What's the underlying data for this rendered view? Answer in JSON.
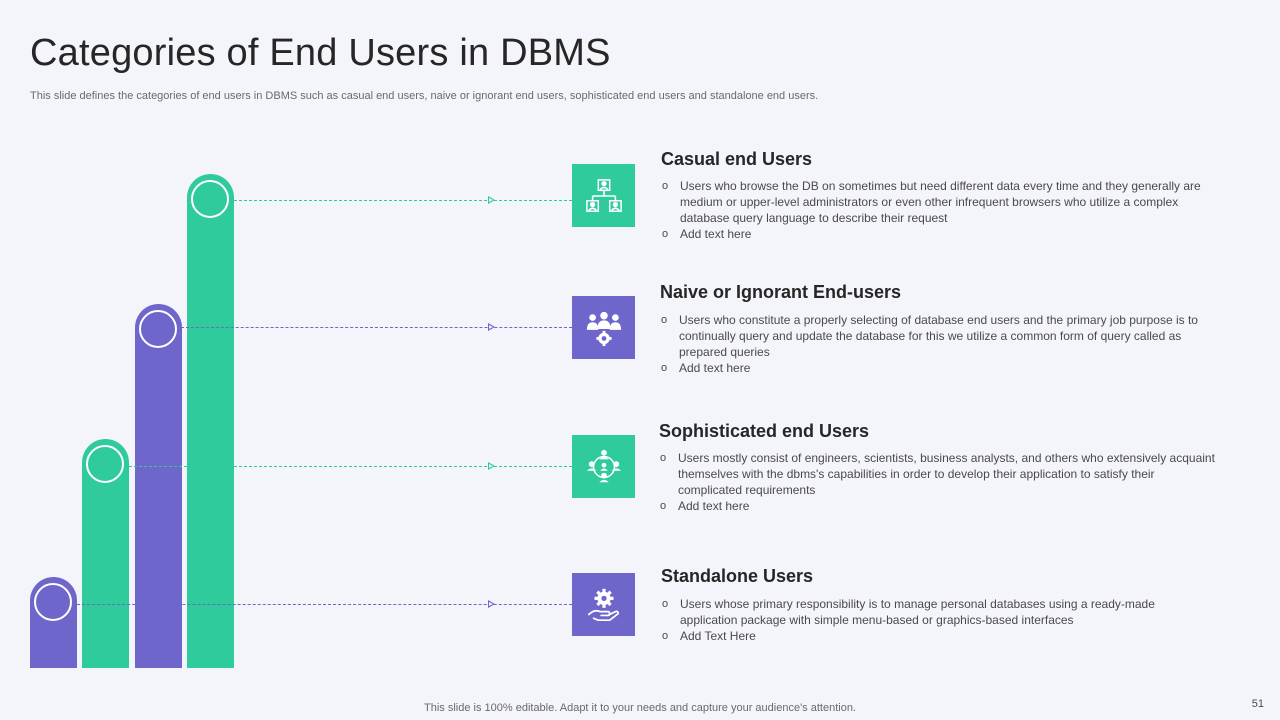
{
  "slide": {
    "title": "Categories of End Users in DBMS",
    "subtitle": "This slide defines the categories of end users in DBMS such as casual end users, naive or ignorant end users, sophisticated end users and standalone end users.",
    "footer": "This slide is 100% editable. Adapt it to your needs and capture your audience's attention.",
    "page_number": "51"
  },
  "colors": {
    "green": "#2fcb9c",
    "purple": "#6f66cb",
    "background": "#f4f4fb"
  },
  "categories": [
    {
      "title": "Casual end Users",
      "icon": "hierarchy-users-icon",
      "color": "green",
      "bullets": [
        "Users who browse the DB on sometimes but need different  data every time and they generally are medium or upper-level  administrators or even  other infrequent  browsers  who utilize a complex database query language to describe their request",
        "Add text here"
      ]
    },
    {
      "title": "Naive or Ignorant End-users",
      "icon": "user-group-gear-icon",
      "color": "purple",
      "bullets": [
        "Users who constitute a properly selecting of database end users and the primary job purpose is to continually query and update the database for this we utilize a common form of query called as prepared  queries",
        "Add text here"
      ]
    },
    {
      "title": "Sophisticated end Users",
      "icon": "network-users-icon",
      "color": "green",
      "bullets": [
        "Users mostly consist of engineers,  scientists, business analysts, and others who extensively acquaint themselves with the dbms's capabilities in order to develop  their application to satisfy their complicated requirements",
        "Add text here"
      ]
    },
    {
      "title": "Standalone Users",
      "icon": "hand-gear-icon",
      "color": "purple",
      "bullets": [
        "Users whose primary  responsibility is to manage  personal databases using a ready-made application package with simple menu-based or graphics-based interfaces",
        "Add Text Here"
      ]
    }
  ]
}
